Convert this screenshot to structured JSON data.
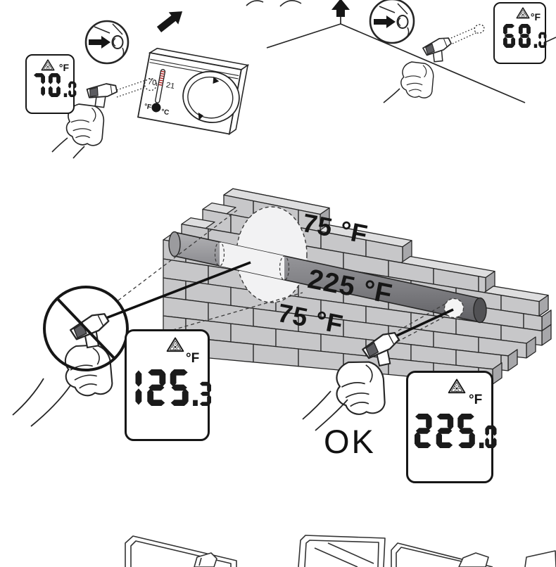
{
  "figure": {
    "title": "infrared-thermometer-usage-illustration",
    "scenes": {
      "thermostat": {
        "display": {
          "value": "70.0",
          "unit": "°F"
        },
        "thermostat_scale": {
          "fahrenheit": "70",
          "celsius": "21",
          "f_unit": "°F",
          "c_unit": "°C"
        }
      },
      "room_corner": {
        "display": {
          "value": "68.0",
          "unit": "°F"
        }
      },
      "pipe_wall": {
        "wall_temp_above": "75 °F",
        "pipe_temp": "225 °F",
        "wall_temp_below": "75 °F",
        "far_reading": {
          "value": "125.3",
          "unit": "°F"
        },
        "near_reading": {
          "value": "225.0",
          "unit": "°F"
        },
        "ok_label": "OK"
      }
    },
    "icons": [
      "laser-warning-icon",
      "arrow-up-right-icon",
      "arrow-up-icon",
      "button-press-arrow-icon",
      "magnifier-circle-icon",
      "prohibition-slash-icon",
      "laser-beam-line",
      "dotted-measure-spot"
    ],
    "colors": {
      "line": "#262626",
      "brick": "#c7c7c9",
      "brick_top": "#dededf",
      "brick_side": "#a7a7aa",
      "pipe_light": "#b2b2b5",
      "pipe_mid": "#87878b",
      "pipe_dark": "#606064",
      "spot": "#f2f2f3",
      "digit": "#1a1a1a",
      "red_tick": "#b42a2a"
    }
  }
}
